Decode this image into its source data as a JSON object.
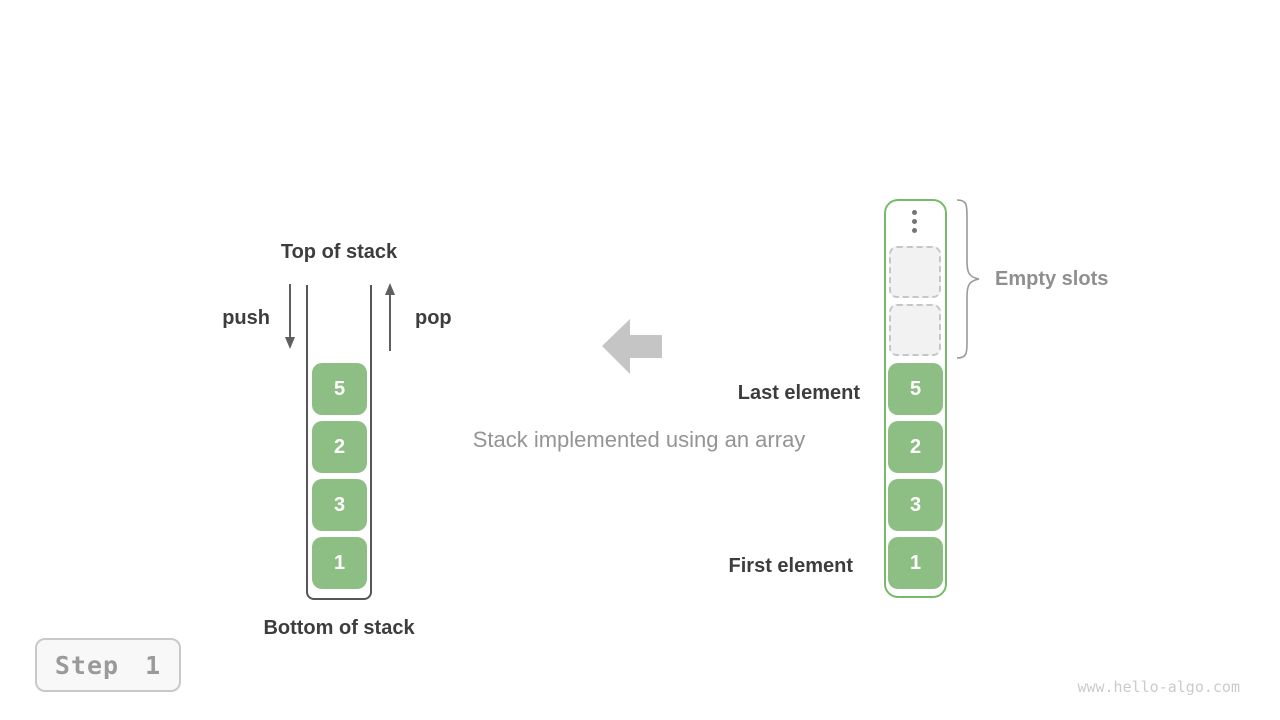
{
  "colors": {
    "block_green": "#8dbf84",
    "array_border_green": "#77bb6a",
    "dark_text": "#3d3d3d",
    "gray_text": "#949494",
    "big_arrow_gray": "#c5c5c5"
  },
  "stack": {
    "top_label": "Top of stack",
    "bottom_label": "Bottom of stack",
    "push_label": "push",
    "pop_label": "pop",
    "blocks": [
      "5",
      "2",
      "3",
      "1"
    ]
  },
  "center": {
    "caption": "Stack implemented using an array"
  },
  "array": {
    "blocks": [
      "5",
      "2",
      "3",
      "1"
    ],
    "empty_slots_label": "Empty slots",
    "last_element_label": "Last element",
    "first_element_label": "First element"
  },
  "footer": {
    "step_label": "Step 1",
    "watermark": "www.hello-algo.com"
  }
}
